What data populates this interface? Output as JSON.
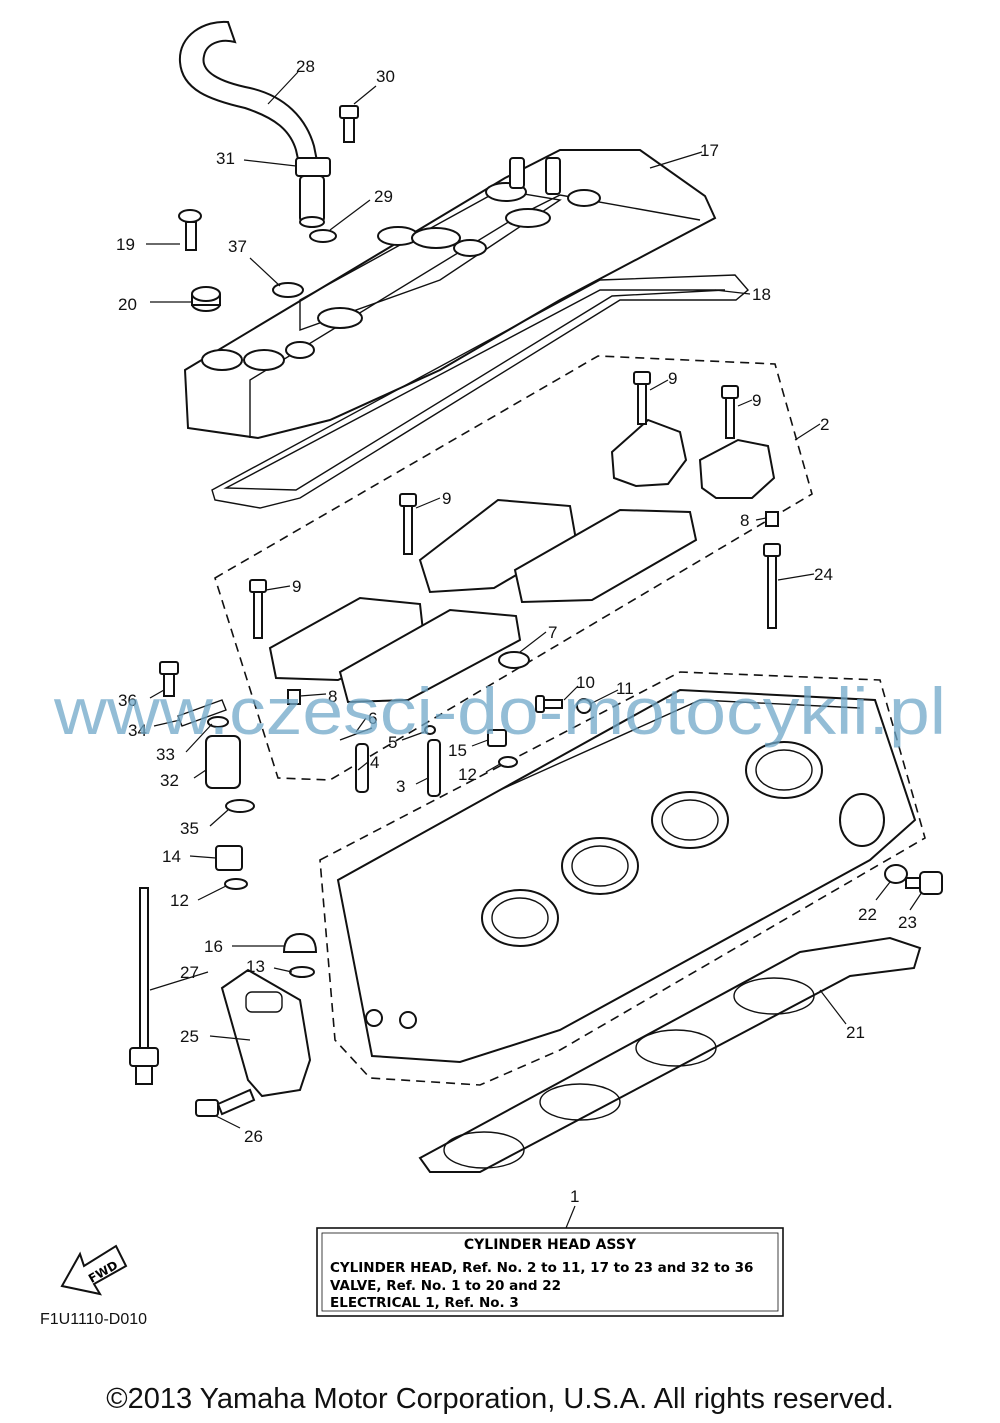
{
  "callouts": [
    "28",
    "30",
    "31",
    "29",
    "17",
    "19",
    "37",
    "20",
    "18",
    "9",
    "9",
    "2",
    "9",
    "8",
    "9",
    "24",
    "7",
    "10",
    "11",
    "36",
    "8",
    "34",
    "6",
    "5",
    "33",
    "15",
    "4",
    "32",
    "12",
    "3",
    "35",
    "14",
    "12",
    "22",
    "23",
    "16",
    "27",
    "13",
    "21",
    "25",
    "26",
    "1"
  ],
  "assembly_box": {
    "title": "CYLINDER HEAD ASSY",
    "lines": [
      "CYLINDER HEAD,  Ref. No. 2 to 11, 17 to 23 and 32 to 36",
      "VALVE,  Ref. No. 1 to 20 and 22",
      "ELECTRICAL 1,  Ref. No. 3"
    ]
  },
  "fwd_label": "FWD",
  "diagram_code": "F1U1110-D010",
  "watermark": "www.czesci-do-motocykli.pl",
  "copyright": "©2013 Yamaha Motor Corporation, U.S.A. All rights reserved."
}
